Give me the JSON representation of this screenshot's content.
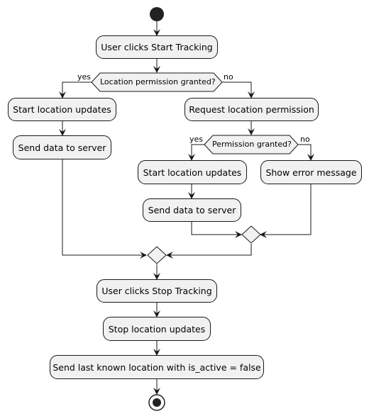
{
  "actions": {
    "start_tracking": "User clicks Start Tracking",
    "start_updates_left": "Start location updates",
    "send_data_left": "Send data to server",
    "request_permission": "Request location permission",
    "start_updates_right": "Start location updates",
    "send_data_right": "Send data to server",
    "show_error": "Show error message",
    "stop_tracking": "User clicks Stop Tracking",
    "stop_updates": "Stop location updates",
    "send_last": "Send last known location with is_active = false"
  },
  "decisions": {
    "location_permission": "Location permission granted?",
    "permission": "Permission granted?"
  },
  "branches": {
    "yes_1": "yes",
    "no_1": "no",
    "yes_2": "yes",
    "no_2": "no"
  },
  "colors": {
    "node_fill": "#f1f1f1",
    "stroke": "#181818",
    "start_fill": "#222222"
  }
}
